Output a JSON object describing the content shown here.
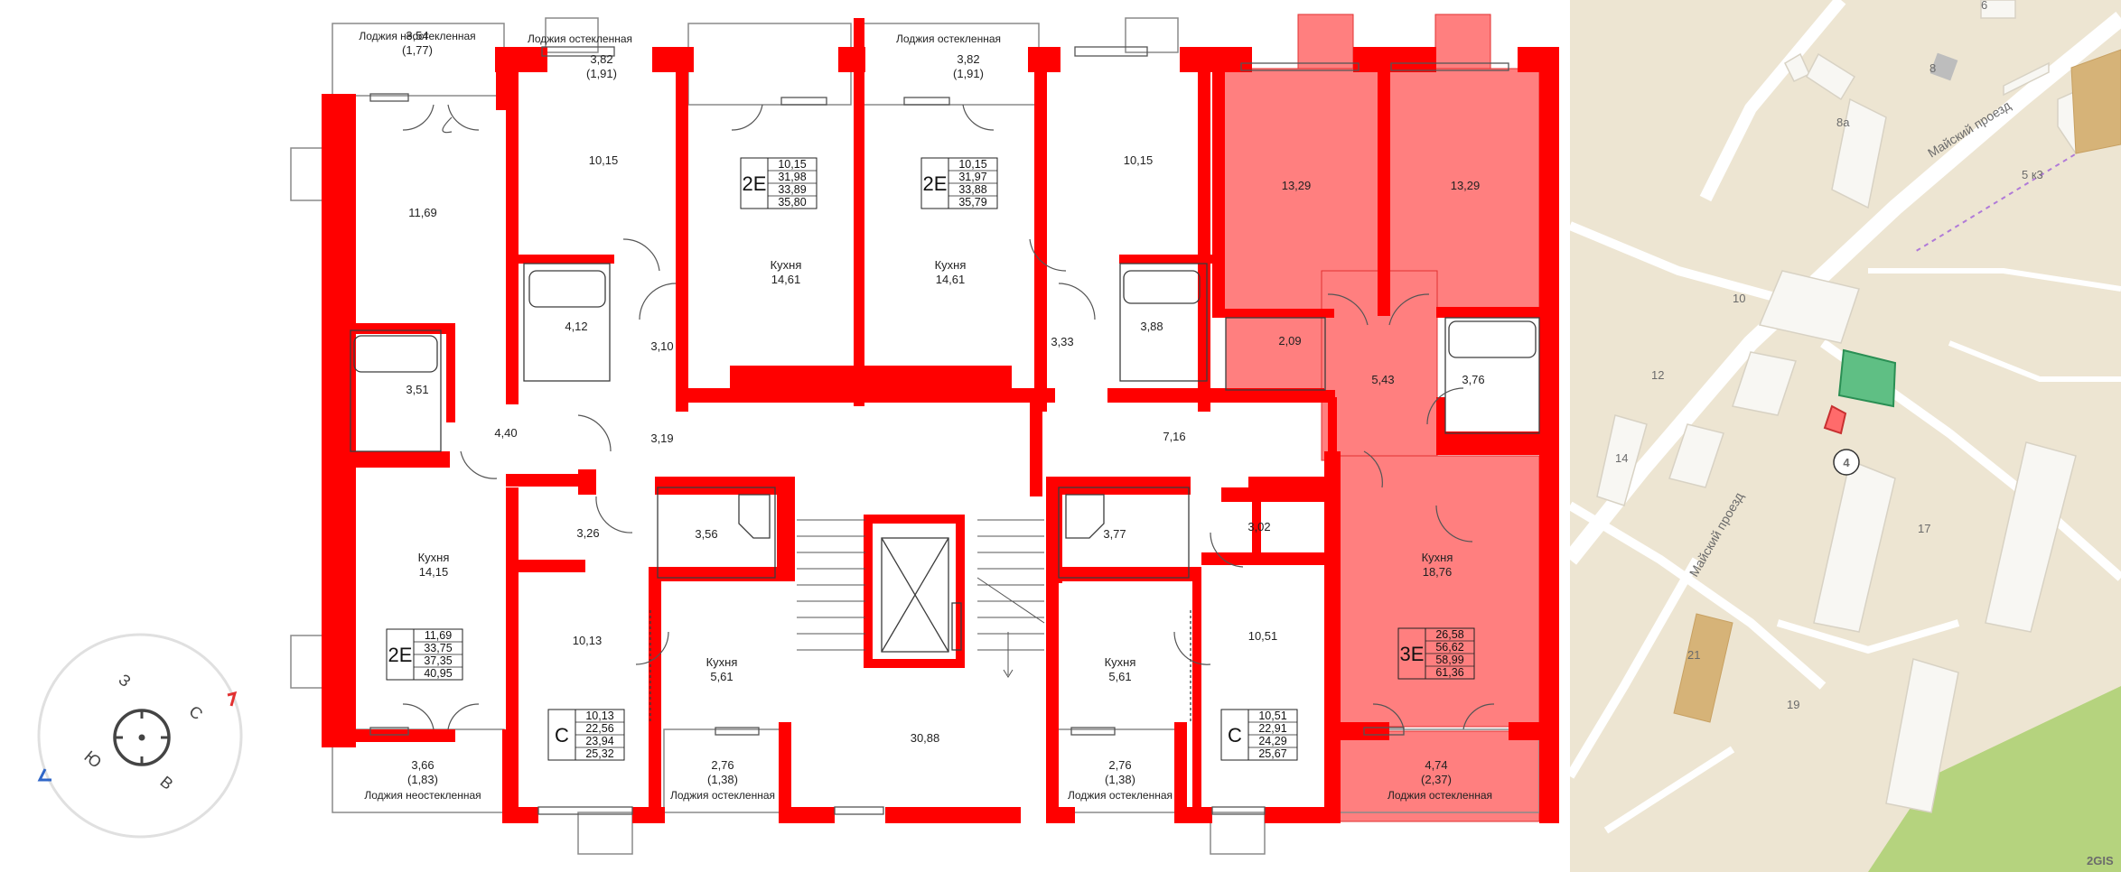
{
  "colors": {
    "wall": "#ff0000",
    "selected_fill": "#ff7f7f",
    "selected_stroke": "#e23030",
    "map_bg": "#ede5d2",
    "park": "#b5d37e",
    "building": "#f8f7f3",
    "marker_green": "#5fbf84"
  },
  "plan": {
    "rooms": [
      {
        "label": "3,54",
        "sub": "(1,77)"
      },
      {
        "label": "Лоджия неостекленная"
      },
      {
        "label": "3,82",
        "sub": "(1,91)"
      },
      {
        "label": "Лоджия остекленная"
      },
      {
        "label": "3,82",
        "sub": "(1,91)"
      },
      {
        "label": "Лоджия остекленная"
      },
      {
        "label": "11,69"
      },
      {
        "label": "10,15"
      },
      {
        "label": "Кухня",
        "sub": "14,61"
      },
      {
        "label": "Кухня",
        "sub": "14,61"
      },
      {
        "label": "10,15"
      },
      {
        "label": "13,29"
      },
      {
        "label": "13,29"
      },
      {
        "label": "4,12"
      },
      {
        "label": "3,10"
      },
      {
        "label": "3,33"
      },
      {
        "label": "3,88"
      },
      {
        "label": "2,09"
      },
      {
        "label": "5,43"
      },
      {
        "label": "3,76"
      },
      {
        "label": "3,51"
      },
      {
        "label": "4,40"
      },
      {
        "label": "3,19"
      },
      {
        "label": "7,16"
      },
      {
        "label": "3,26"
      },
      {
        "label": "3,56"
      },
      {
        "label": "3,77"
      },
      {
        "label": "3,02"
      },
      {
        "label": "Кухня",
        "sub": "14,15"
      },
      {
        "label": "Кухня",
        "sub": "18,76"
      },
      {
        "label": "10,13"
      },
      {
        "label": "Кухня",
        "sub": "5,61"
      },
      {
        "label": "Кухня",
        "sub": "5,61"
      },
      {
        "label": "10,51"
      },
      {
        "label": "30,88"
      },
      {
        "label": "3,66",
        "sub": "(1,83)"
      },
      {
        "label": "Лоджия неостекленная"
      },
      {
        "label": "2,76",
        "sub": "(1,38)"
      },
      {
        "label": "Лоджия остекленная"
      },
      {
        "label": "2,76",
        "sub": "(1,38)"
      },
      {
        "label": "Лоджия остекленная"
      },
      {
        "label": "4,74",
        "sub": "(2,37)"
      },
      {
        "label": "Лоджия остекленная"
      }
    ],
    "apartments": [
      {
        "type": "2Е",
        "areas": [
          "10,15",
          "31,98",
          "33,89",
          "35,80"
        ]
      },
      {
        "type": "2Е",
        "areas": [
          "10,15",
          "31,97",
          "33,88",
          "35,79"
        ]
      },
      {
        "type": "2Е",
        "areas": [
          "11,69",
          "33,75",
          "37,35",
          "40,95"
        ]
      },
      {
        "type": "3Е",
        "areas": [
          "26,58",
          "56,62",
          "58,99",
          "61,36"
        ]
      },
      {
        "type": "С",
        "areas": [
          "10,13",
          "22,56",
          "23,94",
          "25,32"
        ]
      },
      {
        "type": "С",
        "areas": [
          "10,51",
          "22,91",
          "24,29",
          "25,67"
        ]
      }
    ]
  },
  "compass": {
    "n": "С",
    "e": "В",
    "s": "Ю",
    "w": "З"
  },
  "map": {
    "streets": [
      "Майский проезд",
      "Майский проезд"
    ],
    "buildings": [
      "6",
      "8",
      "8а",
      "5 к3",
      "10",
      "12",
      "14",
      "17",
      "21",
      "19"
    ],
    "marker": "4",
    "attribution": "2GIS"
  }
}
